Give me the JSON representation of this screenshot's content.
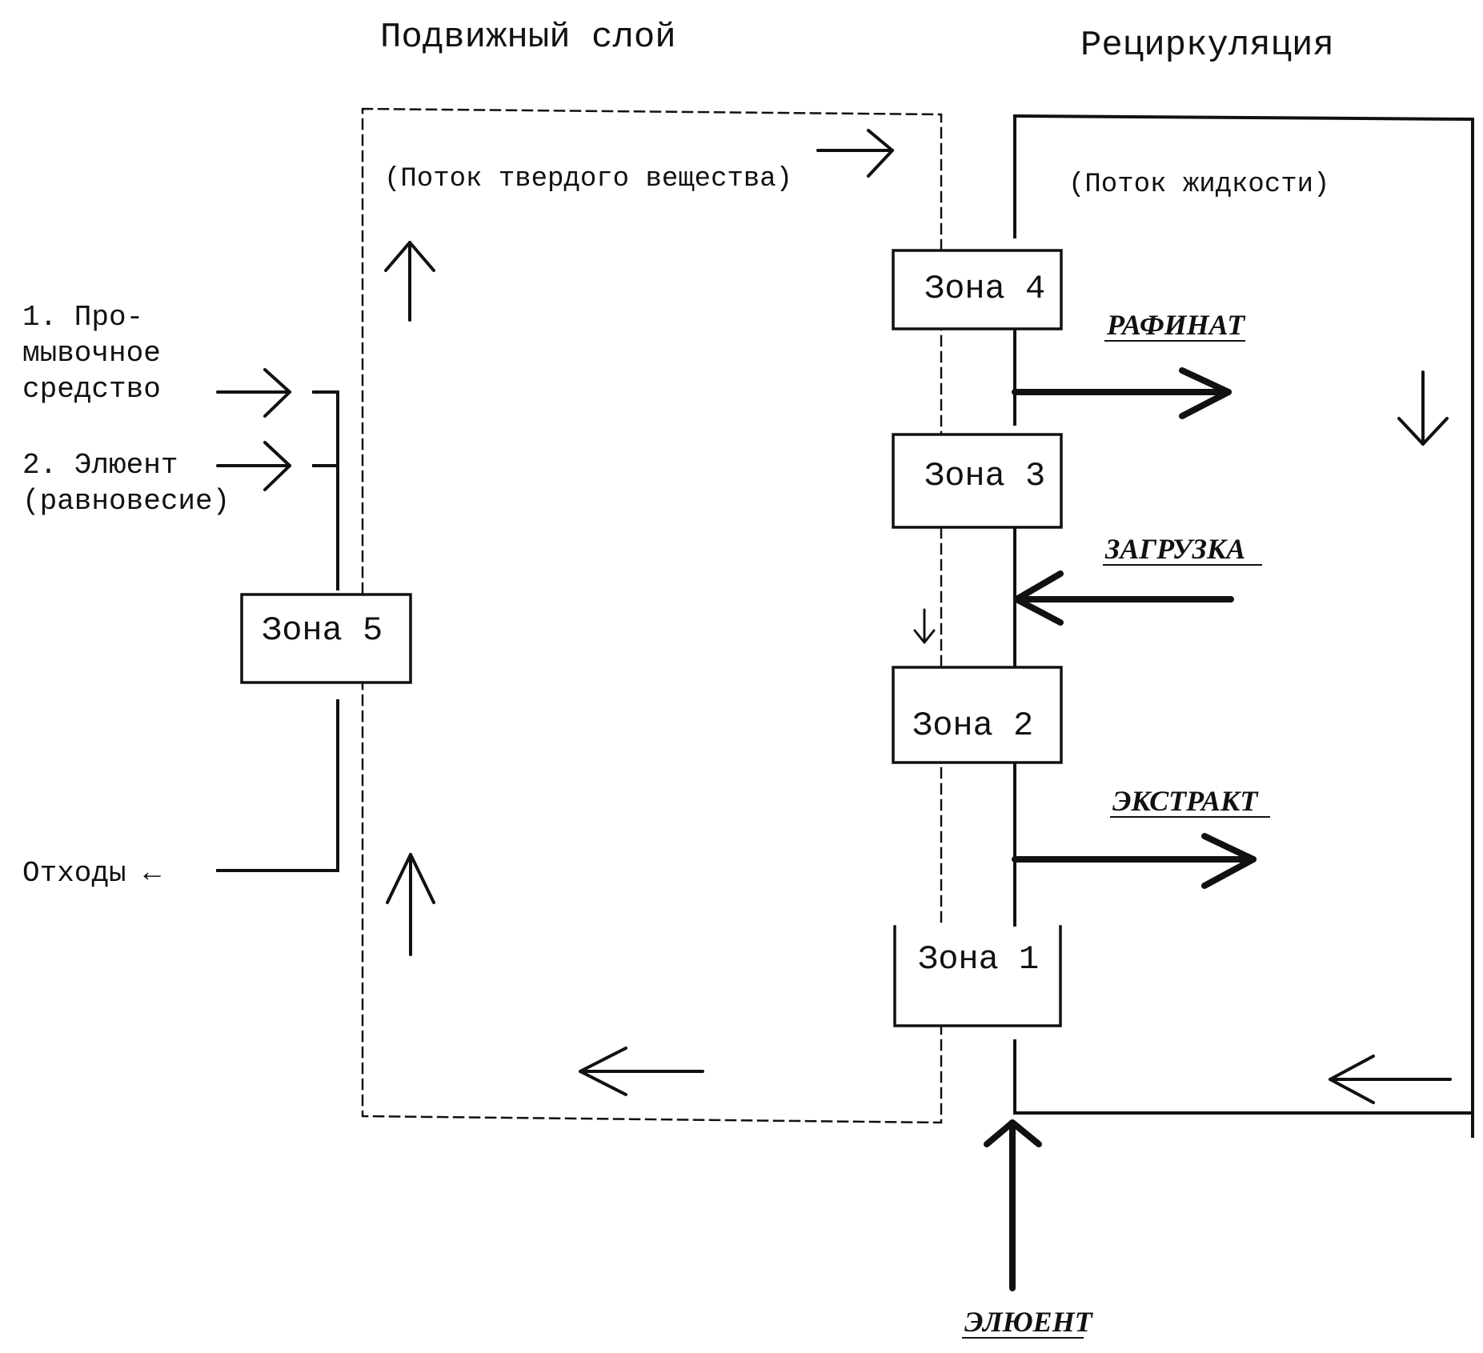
{
  "titles": {
    "moving_bed": "Подвижный слой",
    "recirculation": "Рециркуляция"
  },
  "flow_labels": {
    "solid": "(Поток твердого вещества)",
    "liquid": "(Поток жидкости)"
  },
  "zones": [
    {
      "id": "zone1",
      "label": "Зона 1"
    },
    {
      "id": "zone2",
      "label": "Зона 2"
    },
    {
      "id": "zone3",
      "label": "Зона 3"
    },
    {
      "id": "zone4",
      "label": "Зона 4"
    },
    {
      "id": "zone5",
      "label": "Зона 5"
    }
  ],
  "streams": {
    "raffinate": "РАФИНАТ",
    "feed": "ЗАГРУЗКА",
    "extract": "ЭКСТРАКТ",
    "eluent": "ЭЛЮЕНТ"
  },
  "inputs": {
    "wash_line1": "1. Про-",
    "wash_line2": "мывочное",
    "wash_line3": "средство",
    "eluent_line1": "2. Элюент",
    "eluent_line2": "(равновесие)"
  },
  "waste": "Отходы ←",
  "colors": {
    "ink": "#111111",
    "background": "#ffffff"
  }
}
